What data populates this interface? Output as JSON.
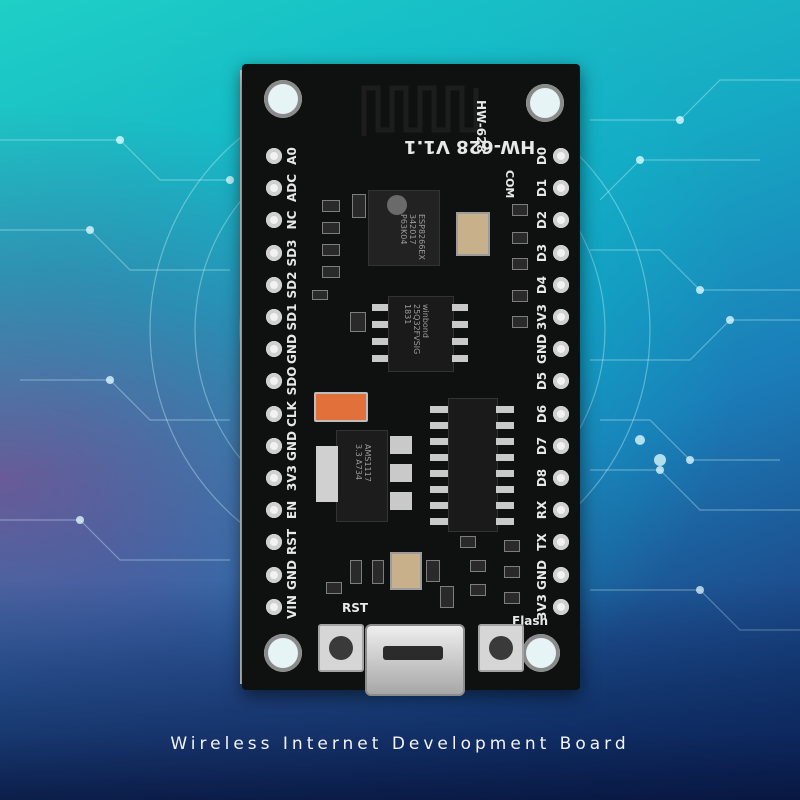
{
  "caption": "Wireless Internet Development Board",
  "board": {
    "model_label": "HW-628 V1.1",
    "corner_label": "HW-628",
    "left_pins": [
      "A0",
      "ADC",
      "NC",
      "SD3",
      "SD2",
      "SD1",
      "GND",
      "SDO",
      "CLK",
      "GND",
      "3V3",
      "EN",
      "RST",
      "GND",
      "VIN"
    ],
    "right_pins": [
      "D0",
      "D1",
      "D2",
      "D3",
      "D4",
      "3V3",
      "GND",
      "D5",
      "D6",
      "D7",
      "D8",
      "RX",
      "TX",
      "GND",
      "3V3"
    ],
    "com_label": "COM",
    "rst_label": "RST",
    "flash_label": "Flash",
    "chip_main_text": [
      "ESP8266EX",
      "342017",
      "P63K04"
    ],
    "chip_flash_text": [
      "winbond",
      "25Q32FVSIG",
      "1831"
    ],
    "regulator_text": [
      "AMS1117",
      "3.3 A734"
    ]
  },
  "colors": {
    "board": "#0f1010",
    "background_teal": "#1ed0c6",
    "background_blue": "#1d4f8f",
    "accent_orange": "#e2703a"
  }
}
